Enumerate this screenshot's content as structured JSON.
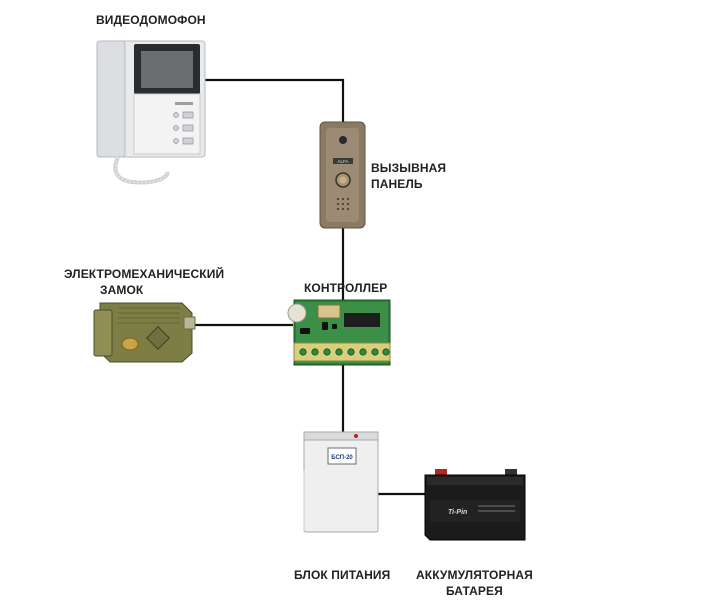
{
  "labels": {
    "intercom": "ВИДЕОДОМОФОН",
    "call_panel_line1": "ВЫЗЫВНАЯ",
    "call_panel_line2": "ПАНЕЛЬ",
    "lock_line1": "ЭЛЕКТРОМЕХАНИЧЕСКИЙ",
    "lock_line2": "ЗАМОК",
    "controller": "КОНТРОЛЛЕР",
    "power_supply": "БЛОК ПИТАНИЯ",
    "battery_line1": "АККУМУЛЯТОРНАЯ",
    "battery_line2": "БАТАРЕЯ"
  },
  "device_text": {
    "panel_brand": "ALFA",
    "psu_model": "БСП-20",
    "battery_brand": "Ti-Pin"
  }
}
